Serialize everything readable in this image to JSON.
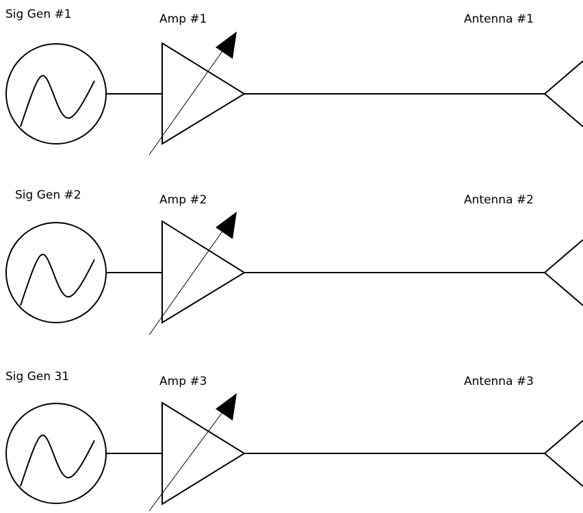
{
  "chains": [
    {
      "signal_generator_label": "Sig Gen #1",
      "amplifier_label": "Amp #1",
      "antenna_label": "Antenna #1"
    },
    {
      "signal_generator_label": "Sig Gen #2",
      "amplifier_label": "Amp #2",
      "antenna_label": "Antenna #2"
    },
    {
      "signal_generator_label": "Sig Gen 31",
      "amplifier_label": "Amp #3",
      "antenna_label": "Antenna #3"
    }
  ],
  "colors": {
    "stroke": "#000000",
    "background": "#ffffff"
  }
}
